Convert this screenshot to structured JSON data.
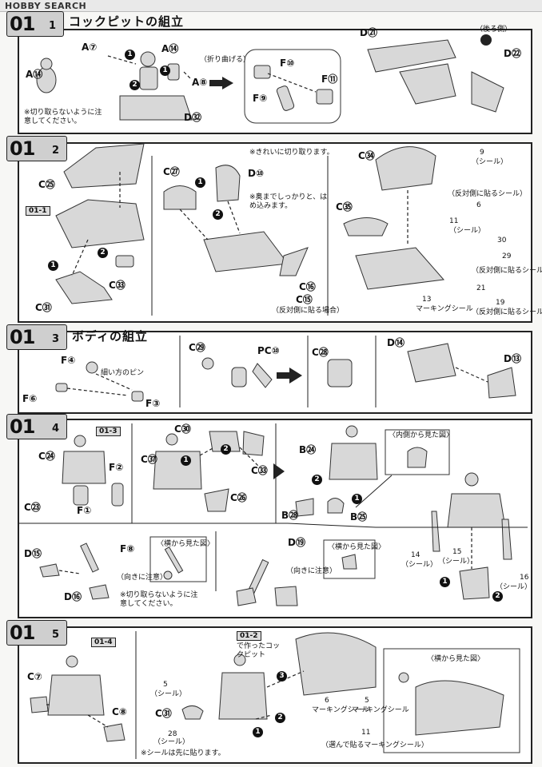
{
  "header": {
    "logo": "HOBBY SEARCH"
  },
  "sections": [
    {
      "num": "01",
      "sub": "1",
      "title": "コックピットの組立"
    },
    {
      "num": "01",
      "sub": "2",
      "title": ""
    },
    {
      "num": "01",
      "sub": "3",
      "title": "ボディの組立"
    },
    {
      "num": "01",
      "sub": "4",
      "title": ""
    },
    {
      "num": "01",
      "sub": "5",
      "title": ""
    }
  ],
  "labels": {
    "s1": [
      "A⑦",
      "A⑭",
      "A⑧",
      "A⑭",
      "D㉜",
      "F⑩",
      "F⑪",
      "F⑨",
      "D㉑",
      "D㉒"
    ],
    "s2": [
      "C㉕",
      "C㉗",
      "D⑩",
      "C㉝",
      "C㉛",
      "C⑯",
      "C⑮",
      "C㉞",
      "C㉟"
    ],
    "s3": [
      "F④",
      "F⑥",
      "F③",
      "C㉙",
      "PC⑩",
      "C㉘",
      "D⑭",
      "D⑬"
    ],
    "s4": [
      "C㉔",
      "F②",
      "C㉓",
      "F①",
      "C㉚",
      "C㊲",
      "C㉝",
      "C㉖",
      "B㉔",
      "B㉘",
      "B㉕",
      "D⑮",
      "F⑧",
      "D⑯",
      "D⑲"
    ],
    "s5": [
      "C⑦",
      "C⑧",
      "C㉛"
    ]
  },
  "notes": {
    "cut_note": "※切り取らないように注意してください。",
    "cut_note2": "※切り取らないように注意してください。",
    "clean_cut": "※きれいに切り取ります。",
    "push_in": "※奥までしっかりと、はめ込みます。",
    "pin_style": "細い方のピン",
    "reverse_side": "（反対側に貼る場合）",
    "reverse_seal": "（反対側に貼るシール）",
    "seal": "（シール）",
    "marking_seal": "マーキングシール",
    "view_inside": "〈内側から見た図〉",
    "view_side": "〈横から見た図〉",
    "orient_note": "（向きに注意）",
    "cockpit_made": "で作ったコックピット",
    "seal_first": "※シールは先に貼ります。",
    "choose_marking": "（選んで貼るマーキングシール）",
    "back_view": "（後ろ側）",
    "bend": "（折り曲げる）"
  },
  "tags": {
    "ref_01_1": "01-1",
    "ref_01_3": "01-3",
    "ref_01_4": "01-4",
    "ref_01_2": "01-2"
  },
  "seals": {
    "s2": [
      "9",
      "6",
      "11",
      "30",
      "29",
      "13",
      "21",
      "19"
    ],
    "s4": [
      "14",
      "15",
      "16"
    ],
    "s5": [
      "5",
      "28",
      "6",
      "5",
      "11"
    ]
  }
}
